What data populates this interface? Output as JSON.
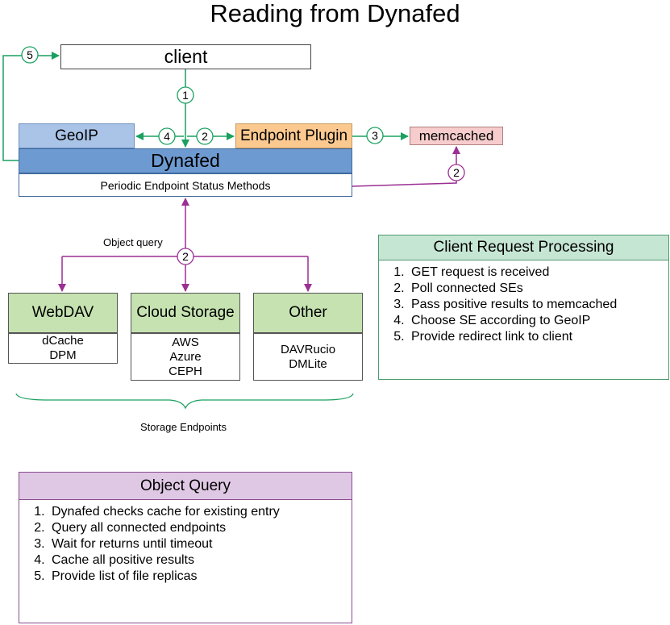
{
  "title": "Reading from Dynafed",
  "nodes": {
    "client": "client",
    "geoip": "GeoIP",
    "endpoint_plugin": "Endpoint Plugin",
    "memcached": "memcached",
    "dynafed": "Dynafed",
    "periodic": "Periodic Endpoint Status Methods"
  },
  "step_badges": {
    "client_down": "1",
    "plugin_left": "2",
    "geoip_right": "4",
    "plugin_memcached": "3",
    "periodic_memcached": "2",
    "dynafed_client": "5",
    "object_query": "2"
  },
  "object_query_label": "Object query",
  "storage_endpoints_label": "Storage Endpoints",
  "storage": [
    {
      "name": "WebDAV",
      "items": [
        "dCache",
        "DPM"
      ]
    },
    {
      "name": "Cloud Storage",
      "items": [
        "AWS",
        "Azure",
        "CEPH"
      ]
    },
    {
      "name": "Other",
      "items": [
        "DAVRucio",
        "DMLite"
      ]
    }
  ],
  "client_request_processing": {
    "title": "Client Request Processing",
    "steps": [
      "GET request is received",
      "Poll connected SEs",
      "Pass positive results to memcached",
      "Choose SE according to GeoIP",
      "Provide redirect link to client"
    ]
  },
  "object_query_panel": {
    "title": "Object Query",
    "steps": [
      "Dynafed checks cache for existing entry",
      "Query all connected endpoints",
      "Wait for returns until timeout",
      "Cache all positive results",
      "Provide list of file replicas"
    ]
  },
  "colors": {
    "green_arrow": "#1aa060",
    "purple_arrow": "#9b2f93",
    "geoip": "#aac4e8",
    "dynafed": "#6d9ad0",
    "plugin": "#fbc98f",
    "memcached": "#f6cccc",
    "storage": "#c5e2b0",
    "crp_header": "#c6e6d4",
    "oq_header": "#dfc8e4"
  }
}
